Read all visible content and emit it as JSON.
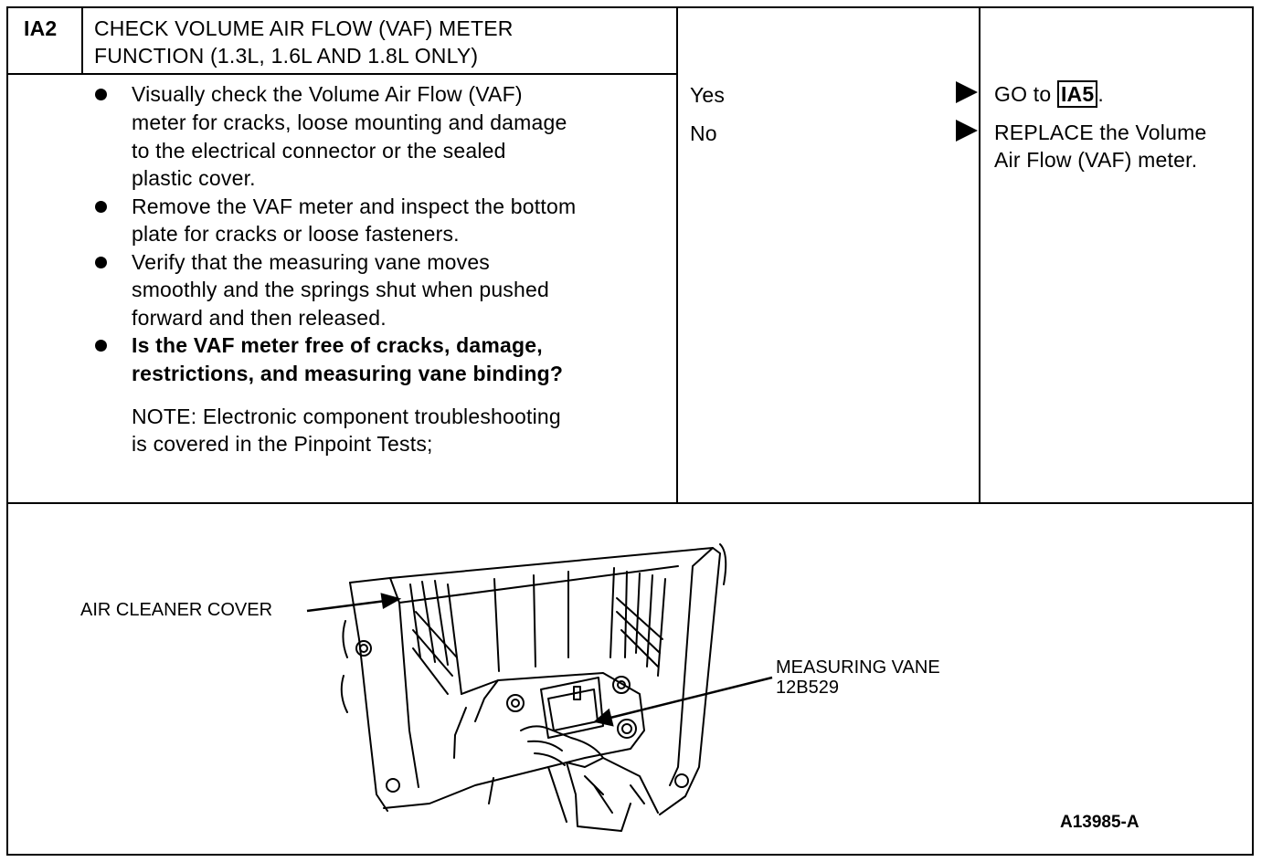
{
  "step": {
    "id": "IA2",
    "title_lines": [
      "CHECK VOLUME AIR FLOW (VAF) METER",
      "FUNCTION (1.3L, 1.6L AND 1.8L ONLY)"
    ]
  },
  "test": {
    "bullets": [
      {
        "lines": [
          "Visually check the Volume Air Flow (VAF)",
          "meter for cracks, loose mounting and damage",
          "to the electrical connector or the sealed",
          "plastic cover."
        ],
        "bold": false
      },
      {
        "lines": [
          "Remove the VAF meter and inspect the bottom",
          "plate for cracks or loose fasteners."
        ],
        "bold": false
      },
      {
        "lines": [
          "Verify that the measuring vane moves",
          "smoothly and the springs shut when pushed",
          "forward and then released."
        ],
        "bold": false
      },
      {
        "lines": [
          "Is the VAF meter free of cracks, damage,",
          "restrictions, and measuring vane binding?"
        ],
        "bold": true
      }
    ],
    "note_lines": [
      "NOTE: Electronic component troubleshooting",
      "is covered in the Pinpoint Tests;"
    ]
  },
  "results": [
    {
      "label": "Yes",
      "action_prefix": "GO to ",
      "action_ref": "IA5",
      "action_suffix": ".",
      "action_lines": []
    },
    {
      "label": "No",
      "action_prefix": "",
      "action_ref": "",
      "action_suffix": "",
      "action_lines": [
        "REPLACE the Volume",
        "Air Flow (VAF) meter."
      ]
    }
  ],
  "figure": {
    "callouts": {
      "air_cleaner_cover": "AIR CLEANER COVER",
      "measuring_vane": "MEASURING VANE",
      "measuring_vane_part": "12B529"
    },
    "figure_id": "A13985-A"
  }
}
